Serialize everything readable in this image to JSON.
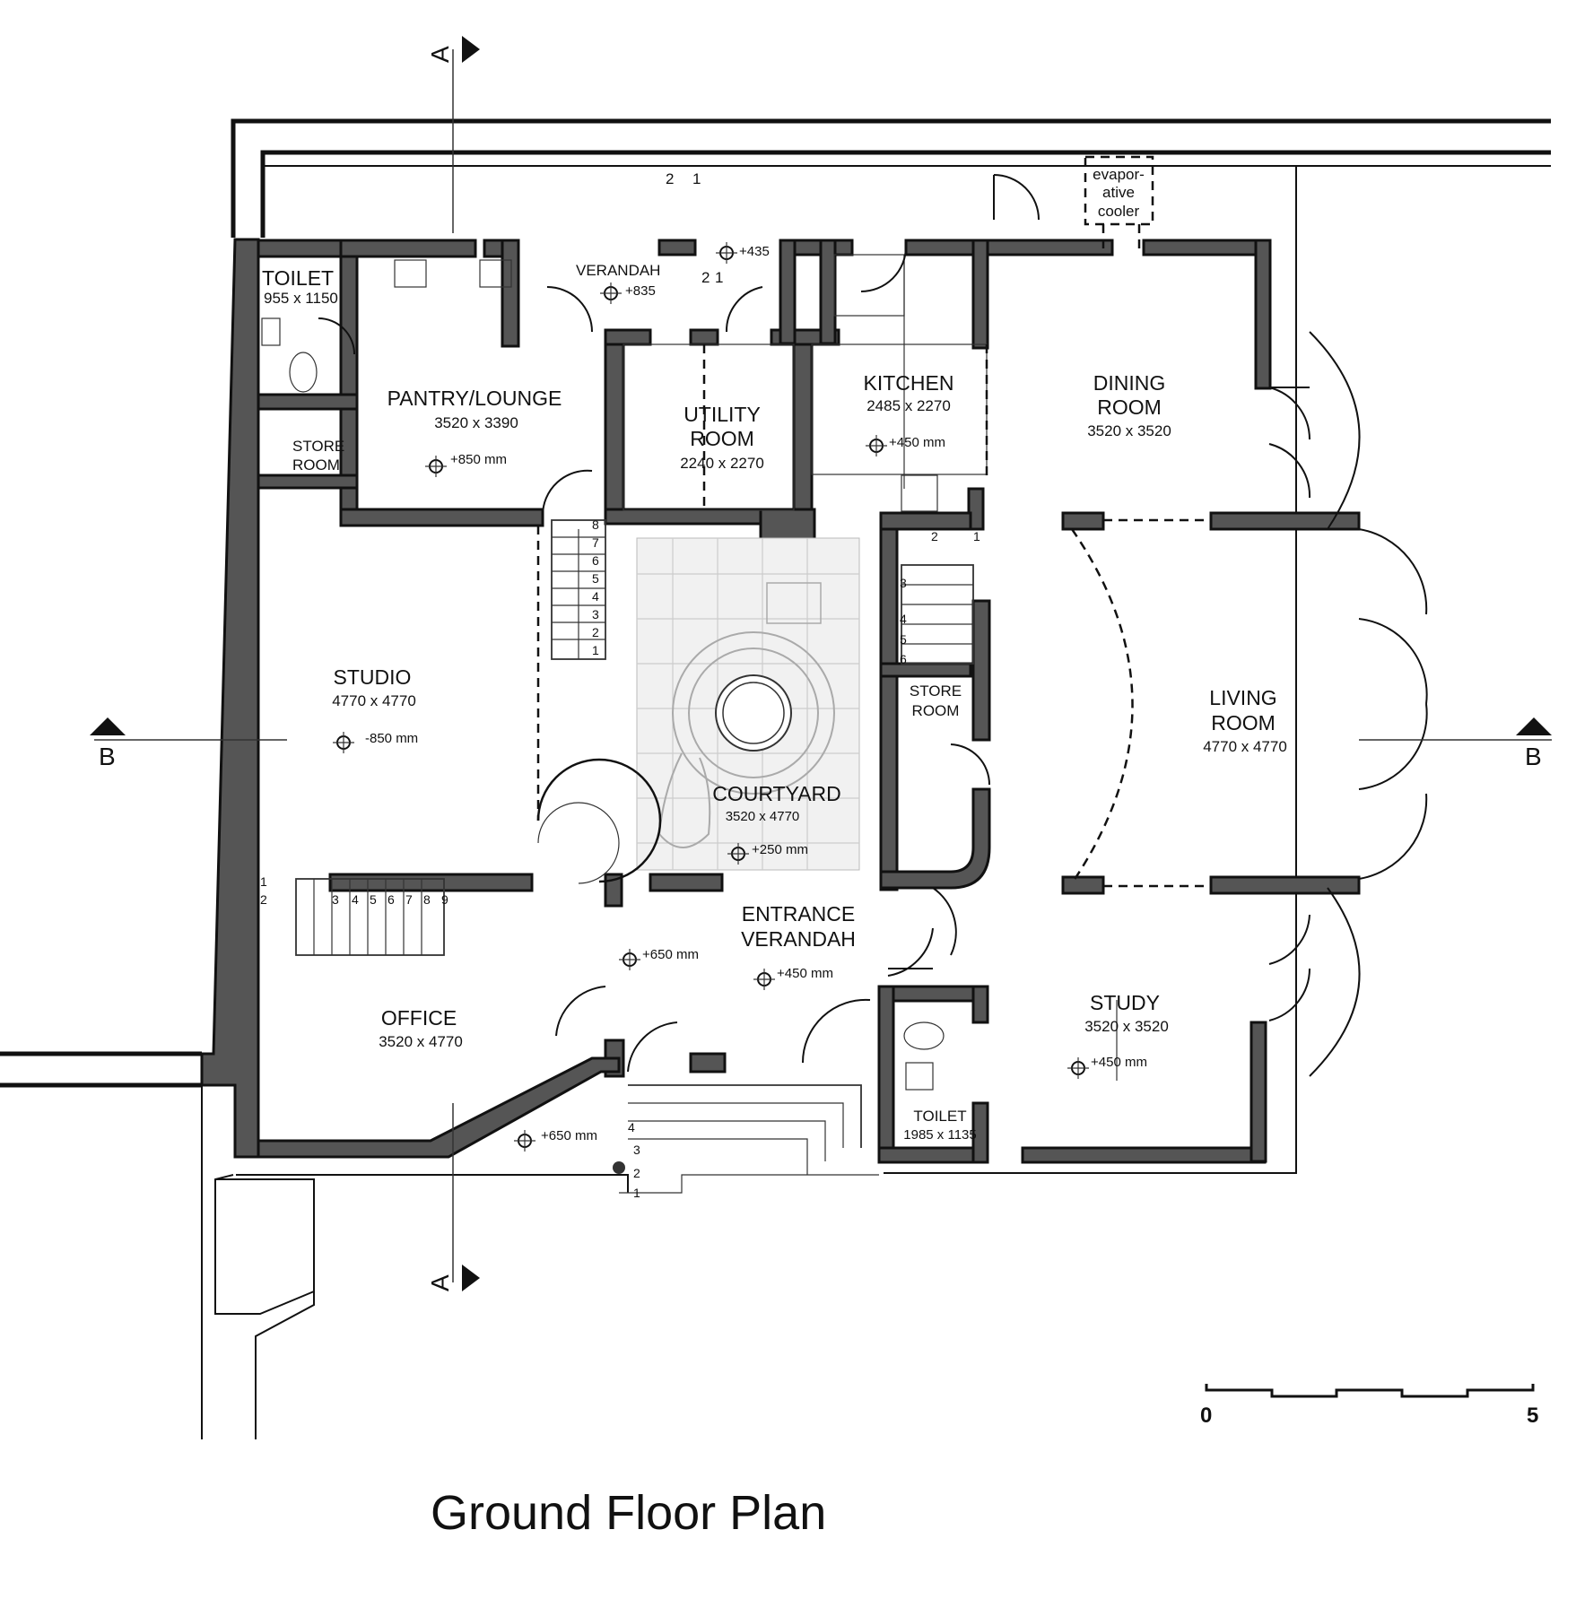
{
  "title": "Ground Floor Plan",
  "rooms": {
    "toilet_nw": {
      "name": "TOILET",
      "dim": "955 x 1150"
    },
    "store_nw": {
      "name_1": "STORE",
      "name_2": "ROOM"
    },
    "pantry": {
      "name": "PANTRY/LOUNGE",
      "dim": "3520 x 3390",
      "level": "+850 mm"
    },
    "verandah": {
      "name": "VERANDAH",
      "level": "+835",
      "level_2": "+435"
    },
    "utility": {
      "name_1": "UTILITY",
      "name_2": "ROOM",
      "dim": "2240 x 2270"
    },
    "kitchen": {
      "name": "KITCHEN",
      "dim": "2485 x 2270",
      "level": "+450 mm"
    },
    "evap": {
      "l1": "evapor-",
      "l2": "ative",
      "l3": "cooler"
    },
    "dining": {
      "name_1": "DINING",
      "name_2": "ROOM",
      "dim": "3520 x 3520"
    },
    "studio": {
      "name": "STUDIO",
      "dim": "4770 x 4770",
      "level": "-850 mm"
    },
    "courtyard": {
      "name": "COURTYARD",
      "dim": "3520 x 4770",
      "level": "+250 mm"
    },
    "store_mid": {
      "name_1": "STORE",
      "name_2": "ROOM"
    },
    "living": {
      "name_1": "LIVING",
      "name_2": "ROOM",
      "dim": "4770 x 4770"
    },
    "entrance": {
      "name_1": "ENTRANCE",
      "name_2": "VERANDAH",
      "level": "+450 mm",
      "level_2": "+650 mm"
    },
    "office": {
      "name": "OFFICE",
      "dim": "3520 x 4770",
      "level": "+650 mm"
    },
    "study": {
      "name": "STUDY",
      "dim": "3520 x 3520",
      "level": "+450 mm"
    },
    "toilet_se": {
      "name": "TOILET",
      "dim": "1985 x 1135"
    }
  },
  "sections": {
    "a_label": "A",
    "b_label": "B"
  },
  "scale_bar": {
    "start": "0",
    "end": "5"
  },
  "stair_main_steps": [
    "1",
    "2",
    "3",
    "4",
    "5",
    "6",
    "7",
    "8"
  ],
  "stair_office_steps": [
    "1",
    "2",
    "3",
    "4",
    "5",
    "6",
    "7",
    "8",
    "9"
  ],
  "stair_store_steps": [
    "1",
    "2",
    "3",
    "4",
    "5",
    "6"
  ],
  "stair_entry_steps": [
    "1",
    "2",
    "3",
    "4"
  ],
  "stair_top_steps": [
    "1",
    "2"
  ]
}
